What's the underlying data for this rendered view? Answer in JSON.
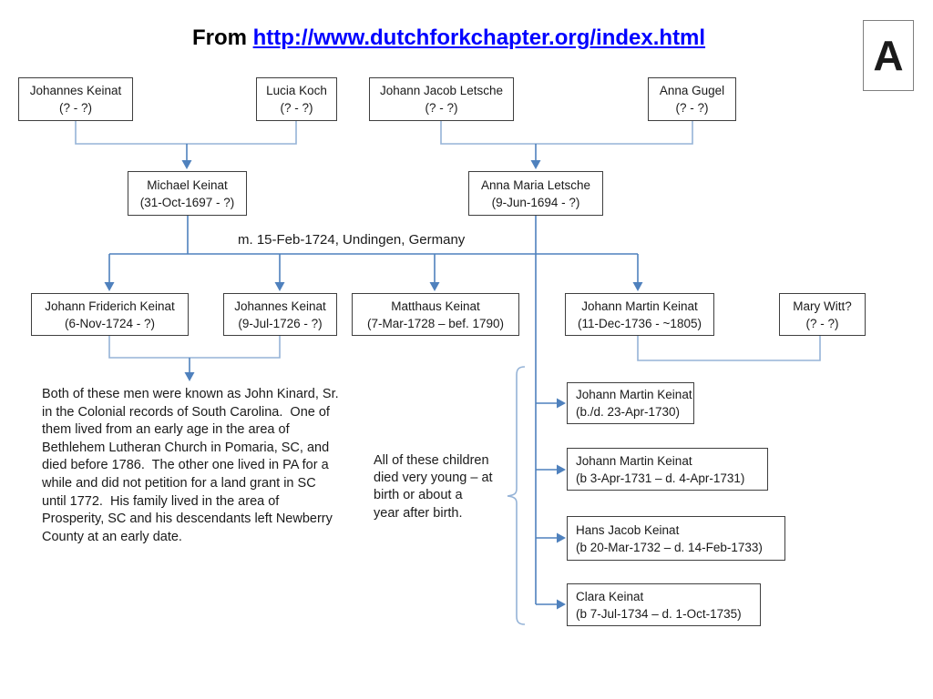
{
  "title": {
    "prefix": "From ",
    "link": "http://www.dutchforkchapter.org/index.html"
  },
  "slide_label": "A",
  "marriage_note": "m. 15-Feb-1724, Undingen, Germany",
  "notes": {
    "left_note": "Both of these men were known as John Kinard, Sr.\nin the Colonial records of South Carolina.  One of\nthem lived from an early age in the area of\nBethlehem Lutheran Church in Pomaria, SC, and\ndied before 1786.  The other one lived in PA for a\nwhile and did not petition for a land grant in SC\nuntil 1772.  His family lived in the area of\nProsperity, SC and his descendants left Newberry\nCounty at an early date.",
    "children_note": "All of these children\ndied very young – at\nbirth or about a\nyear after birth."
  },
  "people": {
    "gen1": [
      {
        "name": "Johannes Keinat",
        "dates": "(? - ?)"
      },
      {
        "name": "Lucia Koch",
        "dates": "(? - ?)"
      },
      {
        "name": "Johann Jacob Letsche",
        "dates": "(? - ?)"
      },
      {
        "name": "Anna Gugel",
        "dates": "(? - ?)"
      }
    ],
    "gen2": [
      {
        "name": "Michael Keinat",
        "dates": "(31-Oct-1697 - ?)"
      },
      {
        "name": "Anna Maria Letsche",
        "dates": "(9-Jun-1694 - ?)"
      }
    ],
    "gen3": [
      {
        "name": "Johann Friderich Keinat",
        "dates": "(6-Nov-1724 - ?)"
      },
      {
        "name": "Johannes Keinat",
        "dates": "(9-Jul-1726 - ?)"
      },
      {
        "name": "Matthaus Keinat",
        "dates": "(7-Mar-1728 – bef. 1790)"
      },
      {
        "name": "Johann Martin Keinat",
        "dates": "(11-Dec-1736 - ~1805)"
      },
      {
        "name": "Mary Witt?",
        "dates": "(? - ?)"
      }
    ],
    "children": [
      {
        "name": "Johann Martin Keinat",
        "dates": "(b./d. 23-Apr-1730)"
      },
      {
        "name": "Johann Martin Keinat",
        "dates": "(b 3-Apr-1731 – d. 4-Apr-1731)"
      },
      {
        "name": "Hans Jacob Keinat",
        "dates": "(b 20-Mar-1732 – d. 14-Feb-1733)"
      },
      {
        "name": "Clara Keinat",
        "dates": "(b 7-Jul-1734 – d. 1-Oct-1735)"
      }
    ]
  },
  "colors": {
    "connector_dark": "#4f81bd",
    "connector_light": "#95b3d7",
    "link_blue": "#0000ff",
    "box_border": "#3f3f3f"
  }
}
